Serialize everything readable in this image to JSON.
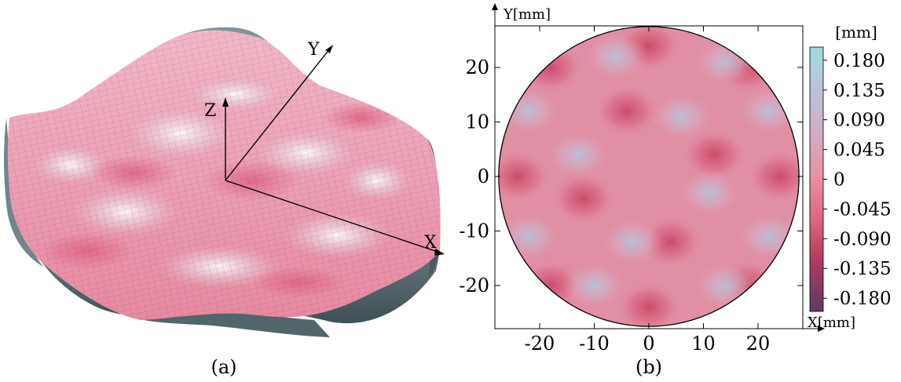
{
  "panels": {
    "a": {
      "caption": "(a)",
      "axes": {
        "x": "X",
        "y": "Y",
        "z": "Z"
      }
    },
    "b": {
      "caption": "(b)"
    }
  },
  "chart_data": {
    "type": "heatmap",
    "xlabel": "X[mm]",
    "ylabel": "Y[mm]",
    "xlim": [
      -28,
      28
    ],
    "ylim": [
      -28,
      28
    ],
    "x_ticks": [
      -20,
      -10,
      0,
      10,
      20
    ],
    "y_ticks": [
      20,
      10,
      0,
      -10,
      -20
    ],
    "x_tick_labels": [
      "-20",
      "-10",
      "0",
      "10",
      "20"
    ],
    "y_tick_labels": [
      "20",
      "10",
      "0",
      "-10",
      "-20"
    ],
    "domain_radius": 27.5,
    "colorbar": {
      "unit": "[mm]",
      "range": [
        -0.2,
        0.2
      ],
      "ticks": [
        0.18,
        0.135,
        0.09,
        0.045,
        0,
        -0.045,
        -0.09,
        -0.135,
        -0.18
      ],
      "tick_labels": [
        "0.180",
        "0.135",
        "0.090",
        "0.045",
        "0",
        "-0.045",
        "-0.090",
        "-0.135",
        "-0.180"
      ],
      "colors": [
        "#5e3a63",
        "#b23c5c",
        "#dd6680",
        "#ea8ea2",
        "#dda0b5",
        "#cbb4cb",
        "#bcc0d9",
        "#add2df",
        "#9fd9d6"
      ]
    },
    "features": {
      "high_spots": [
        [
          -13,
          4
        ],
        [
          6,
          11
        ],
        [
          11,
          -3
        ],
        [
          -3,
          -12
        ],
        [
          -22,
          12
        ],
        [
          22,
          12
        ],
        [
          -6,
          22
        ],
        [
          14,
          21
        ],
        [
          22,
          -11
        ],
        [
          -22,
          -11
        ],
        [
          -10,
          -20
        ],
        [
          14,
          -20
        ]
      ],
      "low_spots": [
        [
          -4,
          12
        ],
        [
          12,
          4
        ],
        [
          4,
          -12
        ],
        [
          -12,
          -4
        ],
        [
          -18,
          20
        ],
        [
          18,
          20
        ],
        [
          -18,
          -20
        ],
        [
          18,
          -20
        ],
        [
          -24,
          0
        ],
        [
          24,
          0
        ],
        [
          0,
          24
        ],
        [
          0,
          -24
        ]
      ]
    }
  }
}
